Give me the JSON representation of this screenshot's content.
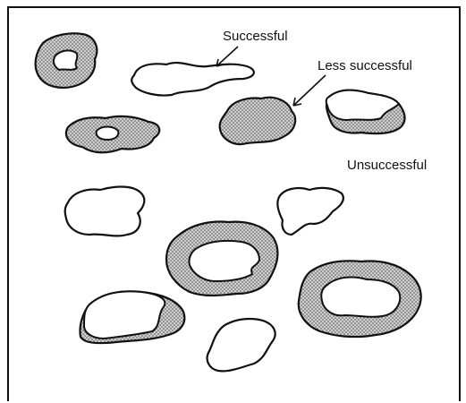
{
  "labels": {
    "successful": "Successful",
    "less_successful": "Less successful",
    "unsuccessful": "Unsuccessful"
  },
  "colors": {
    "line": "#111111",
    "stipple_dot": "#6b6b6b",
    "background": "#ffffff"
  }
}
